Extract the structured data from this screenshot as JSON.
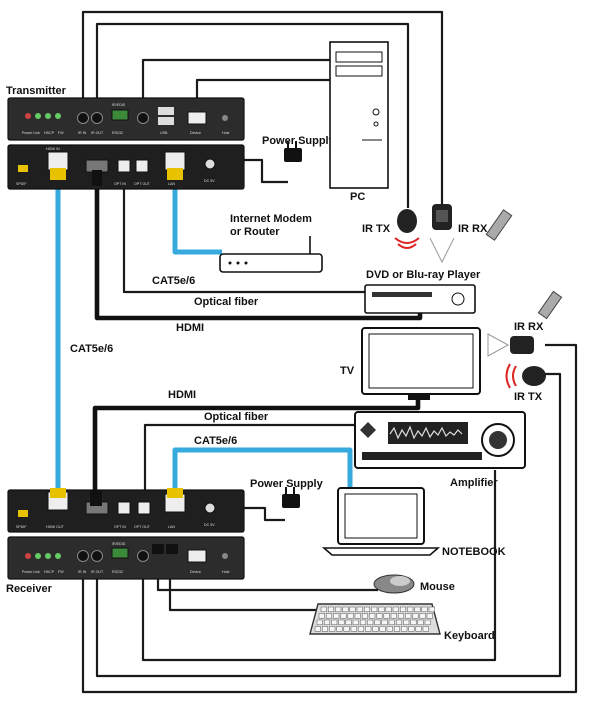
{
  "labels": {
    "transmitter": "Transmitter",
    "receiver": "Receiver",
    "power_supply_top": "Power Supply",
    "power_supply_bottom": "Power Supply",
    "pc": "PC",
    "ir_tx_top": "IR TX",
    "ir_rx_top": "IR RX",
    "internet_modem_line1": "Internet Modem",
    "internet_modem_line2": "or Router",
    "cat_top": "CAT5e/6",
    "dvd": "DVD or Blu-ray Player",
    "optical_top": "Optical fiber",
    "hdmi_top": "HDMI",
    "cat_mid": "CAT5e/6",
    "tv": "TV",
    "ir_rx_bottom": "IR RX",
    "ir_tx_bottom": "IR TX",
    "hdmi_bottom": "HDMI",
    "optical_bottom": "Optical fiber",
    "cat_bottom": "CAT5e/6",
    "amplifier": "Amplifier",
    "notebook": "NOTEBOOK",
    "mouse": "Mouse",
    "keyboard": "Keyboard"
  },
  "port_labels": {
    "tx_front": [
      "Power Link",
      "HDCP",
      "FW",
      "IR/EDID",
      "RS232",
      "IR IN",
      "IR OUT",
      "USB",
      "Device",
      "Host"
    ],
    "tx_back": [
      "SPDIF",
      "HDMI IN",
      "OPT IN",
      "OPT OUT",
      "LAN",
      "DC 5V"
    ],
    "rx_front": [
      "Power Link",
      "HDCP",
      "FW",
      "IR/EDID",
      "RS232",
      "IR IN",
      "IR OUT",
      "Device",
      "Host"
    ],
    "rx_back": [
      "SPDIF",
      "HDMI OUT",
      "OPT IN",
      "OPT OUT",
      "LAN",
      "DC 5V"
    ]
  },
  "colors": {
    "cat_cable": "#36a9dd",
    "device_body": "#2c2c2c",
    "wire": "#1a1a1a"
  }
}
